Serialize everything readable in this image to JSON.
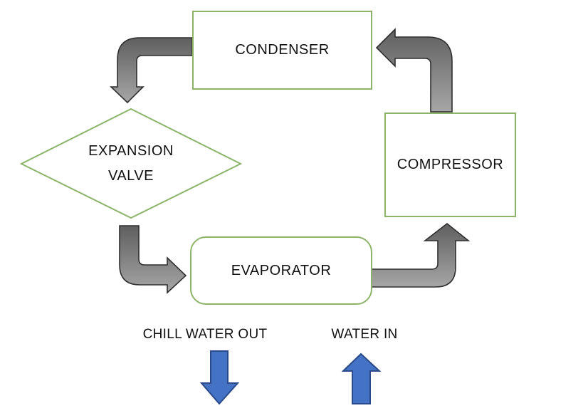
{
  "diagram": {
    "name": "refrigeration-cycle-flow-diagram",
    "nodes": [
      {
        "id": "condenser",
        "label": "CONDENSER",
        "shape": "rectangle"
      },
      {
        "id": "compressor",
        "label": "COMPRESSOR",
        "shape": "rectangle"
      },
      {
        "id": "expansion_valve",
        "label": "EXPANSION VALVE",
        "label_line1": "EXPANSION",
        "label_line2": "VALVE",
        "shape": "diamond"
      },
      {
        "id": "evaporator",
        "label": "EVAPORATOR",
        "shape": "rounded-rectangle"
      }
    ],
    "edges": [
      {
        "from": "condenser",
        "to": "expansion_valve",
        "style": "gray-elbow-arrow",
        "direction": "left-then-down"
      },
      {
        "from": "expansion_valve",
        "to": "evaporator",
        "style": "gray-elbow-arrow",
        "direction": "down-then-right"
      },
      {
        "from": "evaporator",
        "to": "compressor",
        "style": "gray-elbow-arrow",
        "direction": "right-then-up"
      },
      {
        "from": "compressor",
        "to": "condenser",
        "style": "gray-elbow-arrow",
        "direction": "up-then-left"
      }
    ],
    "flow_labels": [
      {
        "id": "chill_water_out",
        "label": "CHILL WATER OUT",
        "arrow_direction": "down"
      },
      {
        "id": "water_in",
        "label": "WATER IN",
        "arrow_direction": "up"
      }
    ],
    "colors": {
      "background": "#ffffff",
      "node_border": "#8cb469",
      "text": "#111111",
      "arrow_gray_dark": "#5f5f5f",
      "arrow_gray_light": "#a6a6a6",
      "arrow_outline": "#2f2f2f",
      "water_arrow_fill": "#4472c4",
      "water_arrow_outline": "#2a4a8a"
    }
  }
}
